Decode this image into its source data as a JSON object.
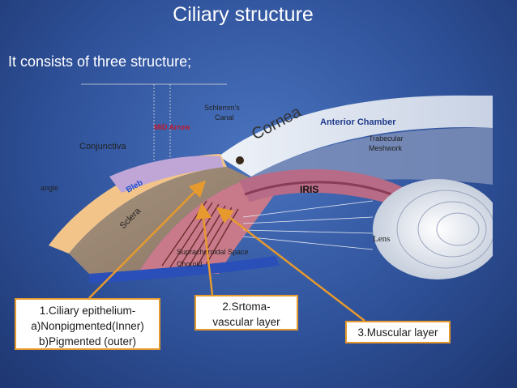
{
  "title": "Ciliary structure",
  "subtitle": "It consists of three structure;",
  "labels": {
    "schlemms_canal_1": "Schlemm's",
    "schlemms_canal_2": "Canal",
    "cornea": "Cornea",
    "anterior_chamber": "Anterior Chamber",
    "mid_arrow": "MID Arrow",
    "trabecular_1": "Trabecular",
    "trabecular_2": "Meshwork",
    "conjunctiva": "Conjunctiva",
    "bleb": "Bleb",
    "angle": "angle",
    "iris": "IRIS",
    "sclera": "Sclera",
    "lens": "Lens",
    "suprachoroidal": "Suprachoroidal Space",
    "choroid": "Choroid"
  },
  "boxes": {
    "box1": [
      "1.Ciliary epithelium-",
      "a)Nonpigmented(Inner)",
      "b)Pigmented (outer)"
    ],
    "box2": [
      "2.Srtoma-",
      "vascular layer"
    ],
    "box3": [
      "3.Muscular layer"
    ]
  },
  "colors": {
    "arrow": "#e69a2e",
    "box_border": "#e69a2e",
    "background": "#2f529a"
  }
}
